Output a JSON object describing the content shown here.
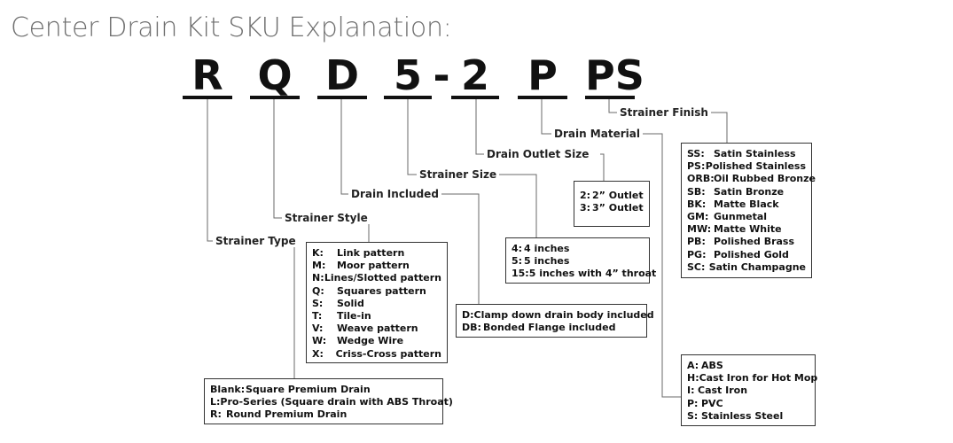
{
  "title": "Center Drain Kit SKU Explanation:",
  "sku": [
    "R",
    "Q",
    "D",
    "5",
    "-",
    "2",
    "P",
    "PS"
  ],
  "labels": {
    "strainer_type": "Strainer Type",
    "strainer_style": "Strainer Style",
    "drain_included": "Drain Included",
    "strainer_size": "Strainer Size",
    "drain_outlet_size": "Drain Outlet Size",
    "drain_material": "Drain Material",
    "strainer_finish": "Strainer Finish"
  },
  "boxes": {
    "strainer_type": [
      {
        "key": "Blank:",
        "val": "Square Premium Drain"
      },
      {
        "key": "L:",
        "val": "Pro-Series (Square drain with ABS Throat)"
      },
      {
        "key": "R:",
        "val": "Round Premium Drain"
      }
    ],
    "strainer_style": [
      {
        "key": "K:",
        "val": "Link pattern"
      },
      {
        "key": "M:",
        "val": "Moor pattern"
      },
      {
        "key": "N:",
        "val": "Lines/Slotted pattern"
      },
      {
        "key": "Q:",
        "val": "Squares pattern"
      },
      {
        "key": "S:",
        "val": "Solid"
      },
      {
        "key": "T:",
        "val": "Tile-in"
      },
      {
        "key": "V:",
        "val": "Weave pattern"
      },
      {
        "key": "W:",
        "val": "Wedge Wire"
      },
      {
        "key": "X:",
        "val": "Criss-Cross pattern"
      }
    ],
    "drain_included": [
      {
        "key": "D:",
        "val": "Clamp down drain body included"
      },
      {
        "key": "DB:",
        "val": "Bonded Flange included"
      }
    ],
    "strainer_size": [
      {
        "key": "4:",
        "val": "4 inches"
      },
      {
        "key": "5:",
        "val": "5 inches"
      },
      {
        "key": "15:",
        "val": "5 inches with 4” throat"
      }
    ],
    "drain_outlet_size": [
      {
        "key": "2:",
        "val": "2” Outlet"
      },
      {
        "key": "3:",
        "val": "3” Outlet"
      }
    ],
    "drain_material": [
      {
        "key": "A:",
        "val": "ABS"
      },
      {
        "key": "H:",
        "val": "Cast Iron for Hot Mop"
      },
      {
        "key": "I:",
        "val": "Cast Iron"
      },
      {
        "key": "P:",
        "val": "PVC"
      },
      {
        "key": "S:",
        "val": "Stainless Steel"
      }
    ],
    "strainer_finish": [
      {
        "key": "SS:",
        "val": "Satin Stainless"
      },
      {
        "key": "PS:",
        "val": "Polished Stainless"
      },
      {
        "key": "ORB:",
        "val": "Oil Rubbed Bronze"
      },
      {
        "key": "SB:",
        "val": "Satin Bronze"
      },
      {
        "key": "BK:",
        "val": "Matte Black"
      },
      {
        "key": "GM:",
        "val": "Gunmetal"
      },
      {
        "key": "MW:",
        "val": "Matte White"
      },
      {
        "key": "PB:",
        "val": "Polished Brass"
      },
      {
        "key": "PG:",
        "val": "Polished Gold"
      },
      {
        "key": "SC:",
        "val": "Satin Champagne"
      }
    ]
  }
}
